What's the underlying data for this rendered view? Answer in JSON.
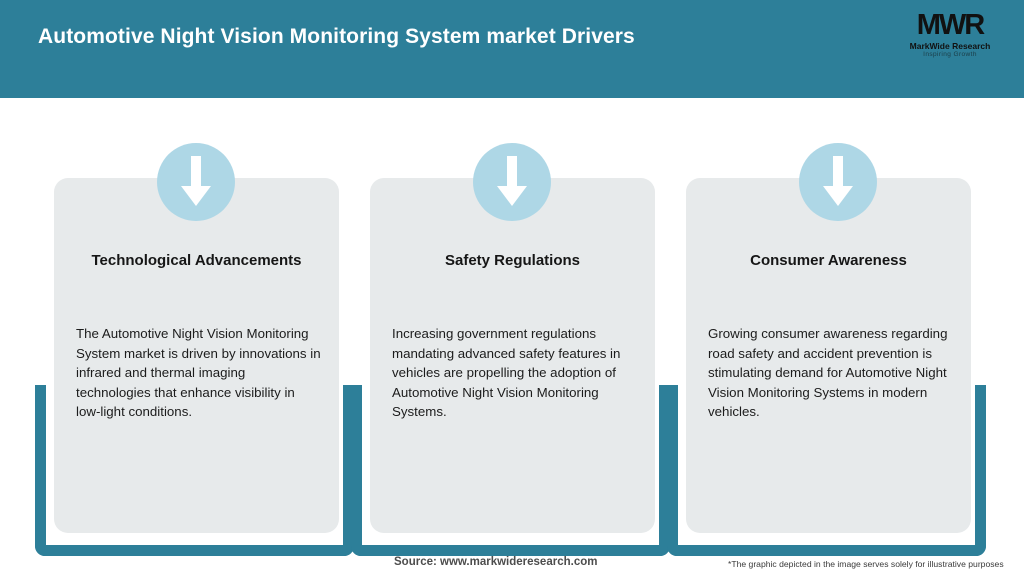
{
  "header": {
    "title": "Automotive Night Vision Monitoring System market Drivers",
    "background_color": "#2d7f99",
    "title_color": "#ffffff",
    "logo": {
      "mark": "MWR",
      "name": "MarkWide Research",
      "tagline": "Inspiring Growth"
    }
  },
  "theme": {
    "accent_teal": "#2d7f99",
    "card_bg": "#e7eaeb",
    "badge_blue": "#aed7e6",
    "arrow_color": "#ffffff"
  },
  "cards": [
    {
      "icon": "arrow-down-icon",
      "title": "Technological Advancements",
      "body": "The Automotive Night Vision Monitoring System market is driven by innovations in infrared and thermal imaging technologies that enhance visibility in low-light conditions."
    },
    {
      "icon": "arrow-down-icon",
      "title": "Safety Regulations",
      "body": "Increasing government regulations mandating advanced safety features in vehicles are propelling the adoption of Automotive Night Vision Monitoring Systems."
    },
    {
      "icon": "arrow-down-icon",
      "title": "Consumer Awareness",
      "body": "Growing consumer awareness regarding road safety and accident prevention is stimulating demand for Automotive Night Vision Monitoring Systems in modern vehicles."
    }
  ],
  "footer": {
    "source": "Source: www.markwideresearch.com",
    "disclaimer": "*The graphic depicted in the image serves solely for illustrative purposes"
  }
}
